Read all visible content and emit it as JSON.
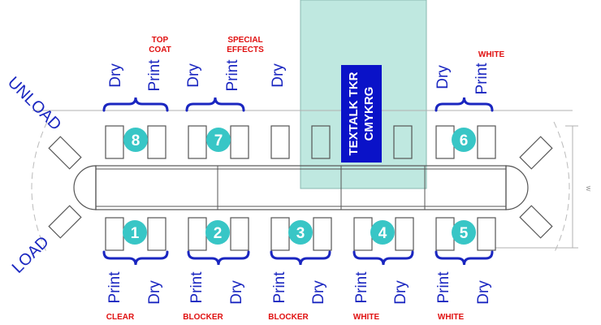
{
  "side_labels": {
    "unload": "UNLOAD",
    "load": "LOAD"
  },
  "head": {
    "title_line1": "TEXTALK TKR",
    "title_line2": "CMYKRG",
    "box_color": "#0a12c8",
    "zone_color": "#bfe8e0"
  },
  "stations_top": [
    {
      "number": "8",
      "left_label": "Dry",
      "right_label": "Print",
      "note_line1": "TOP",
      "note_line2": "COAT"
    },
    {
      "number": "7",
      "left_label": "Dry",
      "right_label": "Print",
      "note_line1": "SPECIAL",
      "note_line2": "EFFECTS"
    },
    {
      "number": "",
      "left_label": "Dry",
      "right_label": "",
      "note_line1": "",
      "note_line2": ""
    },
    {
      "number": "",
      "left_label": "",
      "right_label": "",
      "note_line1": "",
      "note_line2": ""
    },
    {
      "number": "6",
      "left_label": "Dry",
      "right_label": "Print",
      "note_line1": "WHITE",
      "note_line2": ""
    }
  ],
  "stations_bottom": [
    {
      "number": "1",
      "left_label": "Print",
      "right_label": "Dry",
      "note": "CLEAR"
    },
    {
      "number": "2",
      "left_label": "Print",
      "right_label": "Dry",
      "note": "BLOCKER"
    },
    {
      "number": "3",
      "left_label": "Print",
      "right_label": "Dry",
      "note": "BLOCKER"
    },
    {
      "number": "4",
      "left_label": "Print",
      "right_label": "Dry",
      "note": "WHITE"
    },
    {
      "number": "5",
      "left_label": "Print",
      "right_label": "Dry",
      "note": "WHITE"
    }
  ],
  "dimension_label": "W",
  "colors": {
    "badge": "#38c6c6",
    "label_blue": "#1a26c0",
    "note_red": "#e01010",
    "outline": "#555555"
  }
}
